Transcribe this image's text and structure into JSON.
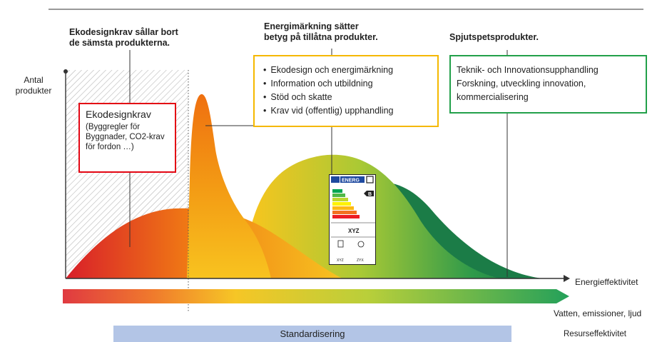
{
  "headings": {
    "ecodesign": [
      "Ekodesignkrav sållar bort",
      "de sämsta produkterna."
    ],
    "energylabel": [
      "Energimärkning sätter",
      "betyg på tillåtna produkter."
    ],
    "cutting_edge": "Spjutspetsprodukter."
  },
  "axis": {
    "y_label": [
      "Antal",
      "produkter"
    ],
    "x_label": "Energieffektivitet"
  },
  "red_box": {
    "title": "Ekodesignkrav",
    "lines": [
      "(Byggregler för",
      "Byggnader, CO2-krav",
      "för fordon …)"
    ]
  },
  "yellow_box": {
    "items": [
      "Ekodesign och energimärkning",
      "Information och utbildning",
      "Stöd och skatte",
      "Krav vid (offentlig) upphandling"
    ]
  },
  "green_box": {
    "lines": [
      "Teknik- och Innovationsupphandling",
      "Forskning, utveckling innovation,",
      "kommercialisering"
    ]
  },
  "energy_label": {
    "brand": "ENERG",
    "rating": "B",
    "model": "XYZ",
    "bottom_left": "XYZ",
    "bottom_right": "ZYX"
  },
  "bottom": {
    "standard": "Standardisering",
    "right_line1": "Vatten, emissioner, ljud",
    "right_line2": "Resurseffektivitet"
  },
  "colors": {
    "red": "#e30613",
    "yellow": "#f5b800",
    "green": "#22a04a",
    "standard_bar": "#b3c5e6"
  }
}
